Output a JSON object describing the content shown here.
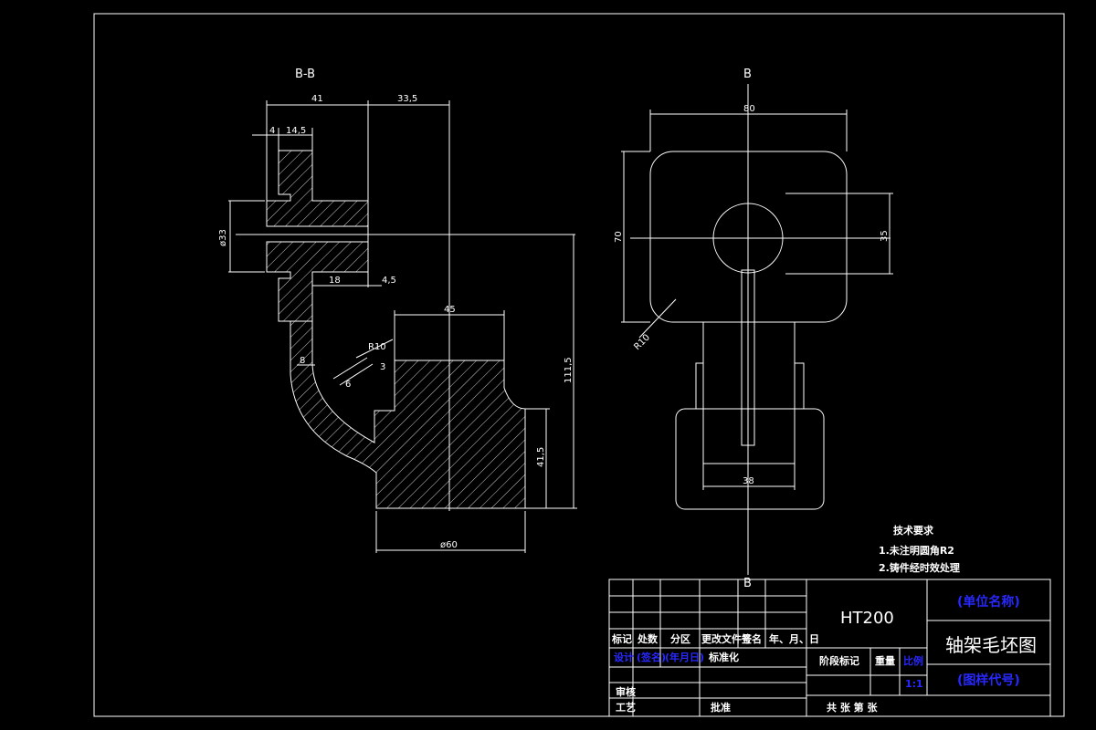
{
  "views": {
    "section_label": "B-B",
    "view_label_top": "B",
    "view_label_bottom": "B"
  },
  "dimensions": {
    "d41": "41",
    "d33_5": "33,5",
    "d4": "4",
    "d14_5": "14,5",
    "d33dia": "ø33",
    "d18": "18",
    "d4_5": "4,5",
    "d45": "45",
    "dR10a": "R10",
    "d8": "8",
    "d3": "3",
    "d6": "6",
    "d111_5": "111,5",
    "d41_5": "41,5",
    "d60": "ø60",
    "d80": "80",
    "d70": "70",
    "d35": "35",
    "dR10b": "R10",
    "d38": "38"
  },
  "tech_requirements": {
    "title": "技术要求",
    "item1": "1.未注明圆角R2",
    "item2": "2.铸件经时效处理"
  },
  "title_block": {
    "material": "HT200",
    "unit_name": "(单位名称)",
    "drawing_name": "轴架毛坯图",
    "drawing_code": "(图样代号)",
    "mark": "标记",
    "count": "处数",
    "zone": "分区",
    "change_doc": "更改文件号",
    "signature": "签名",
    "date": "年、月、日",
    "designer": "设计",
    "designer_sig": "(签名)",
    "designer_date": "(年月日)",
    "standardize": "标准化",
    "stage_mark": "阶段标记",
    "weight": "重量",
    "scale_label": "比例",
    "scale_value": "1:1",
    "review": "审核",
    "process": "工艺",
    "approve": "批准",
    "sheets": "共 张 第 张"
  }
}
